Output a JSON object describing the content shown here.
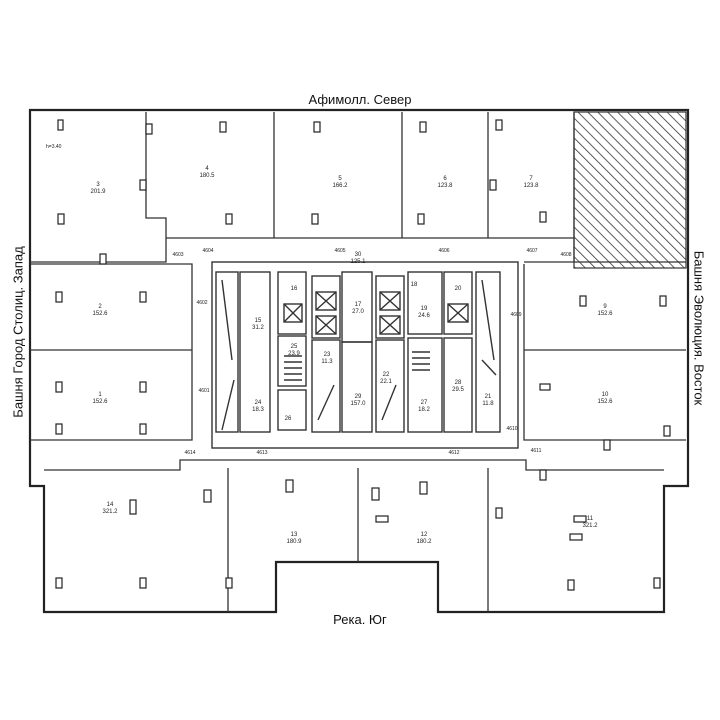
{
  "directions": {
    "north": "Афимолл. Север",
    "south": "Река. Юг",
    "west": "Башня Город Столиц. Запад",
    "east": "Башня Эволюция. Восток"
  },
  "height_note": "h=3.40",
  "rooms": [
    {
      "num": "3",
      "area": "201.9"
    },
    {
      "num": "4",
      "area": "180.5"
    },
    {
      "num": "5",
      "area": "166.2"
    },
    {
      "num": "6",
      "area": "123.8"
    },
    {
      "num": "7",
      "area": "123.8"
    },
    {
      "num": "2",
      "area": "152.6"
    },
    {
      "num": "1",
      "area": "152.6"
    },
    {
      "num": "9",
      "area": "152.6"
    },
    {
      "num": "10",
      "area": "152.6"
    },
    {
      "num": "14",
      "area": "321.2"
    },
    {
      "num": "13",
      "area": "180.9"
    },
    {
      "num": "12",
      "area": "180.2"
    },
    {
      "num": "11",
      "area": "321.2"
    },
    {
      "num": "30",
      "area": "125.1"
    },
    {
      "num": "15",
      "area": "31.2"
    },
    {
      "num": "16",
      "area": ""
    },
    {
      "num": "17",
      "area": "27.0"
    },
    {
      "num": "18",
      "area": ""
    },
    {
      "num": "19",
      "area": "24.6"
    },
    {
      "num": "20",
      "area": ""
    },
    {
      "num": "25",
      "area": "23.9"
    },
    {
      "num": "23",
      "area": "11.3"
    },
    {
      "num": "24",
      "area": "18.3"
    },
    {
      "num": "26",
      "area": ""
    },
    {
      "num": "29",
      "area": "157.0"
    },
    {
      "num": "22",
      "area": "22.1"
    },
    {
      "num": "27",
      "area": "18.2"
    },
    {
      "num": "28",
      "area": "29.5"
    },
    {
      "num": "21",
      "area": "11.8"
    }
  ],
  "door_tags": [
    "4604",
    "4605",
    "4606",
    "4607",
    "4608",
    "4603",
    "4602",
    "4601",
    "4609",
    "4610",
    "4614",
    "4613",
    "4612",
    "4611"
  ]
}
